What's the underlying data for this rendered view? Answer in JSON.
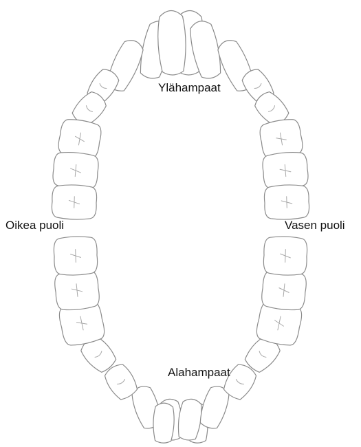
{
  "labels": {
    "upper": "Ylähampaat",
    "lower": "Alahampaat",
    "patient_right": "Oikea puoli",
    "patient_left": "Vasen puoli"
  },
  "colors": {
    "outline": "#8a8a8a",
    "fill": "#ffffff",
    "text": "#111111"
  },
  "arches": {
    "upper": {
      "right": [
        "central-incisor",
        "lateral-incisor",
        "canine",
        "first-premolar",
        "second-premolar",
        "first-molar",
        "second-molar",
        "third-molar"
      ],
      "left": [
        "central-incisor",
        "lateral-incisor",
        "canine",
        "first-premolar",
        "second-premolar",
        "first-molar",
        "second-molar",
        "third-molar"
      ]
    },
    "lower": {
      "right": [
        "central-incisor",
        "lateral-incisor",
        "canine",
        "first-premolar",
        "second-premolar",
        "first-molar",
        "second-molar",
        "third-molar"
      ],
      "left": [
        "central-incisor",
        "lateral-incisor",
        "canine",
        "first-premolar",
        "second-premolar",
        "first-molar",
        "second-molar",
        "third-molar"
      ]
    }
  }
}
